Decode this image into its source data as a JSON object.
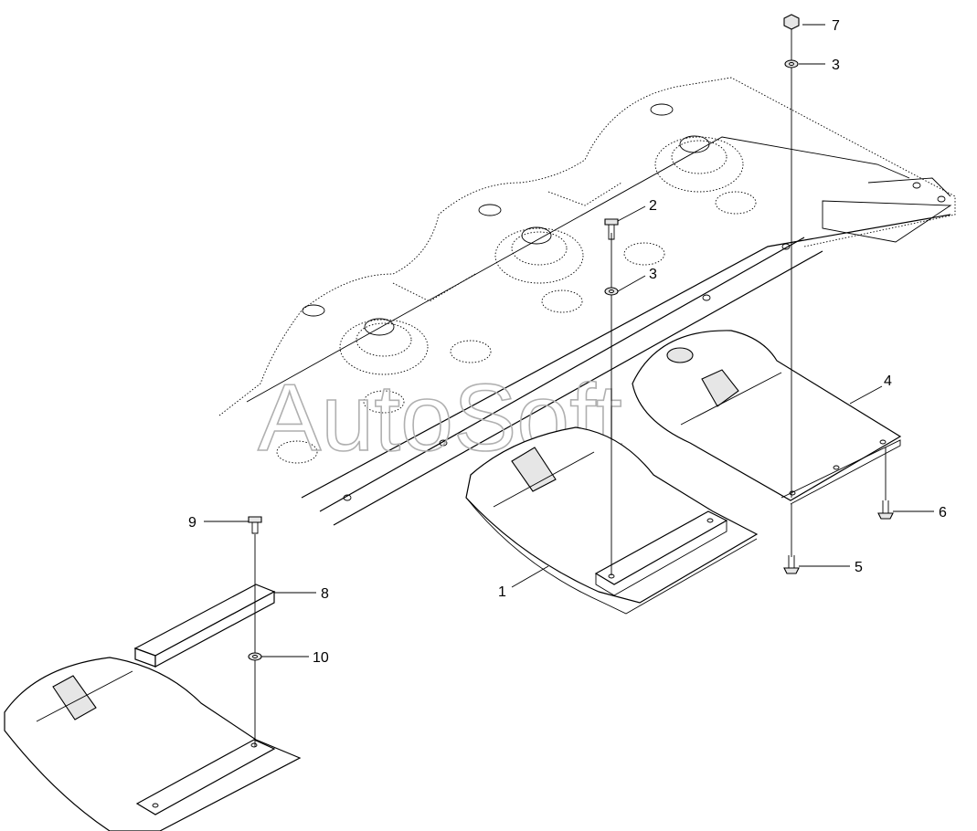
{
  "watermark": "AutoSoft",
  "callouts": [
    {
      "id": "c1",
      "label": "1"
    },
    {
      "id": "c2",
      "label": "2"
    },
    {
      "id": "c3a",
      "label": "3"
    },
    {
      "id": "c3b",
      "label": "3"
    },
    {
      "id": "c4",
      "label": "4"
    },
    {
      "id": "c5",
      "label": "5"
    },
    {
      "id": "c6",
      "label": "6"
    },
    {
      "id": "c7",
      "label": "7"
    },
    {
      "id": "c8",
      "label": "8"
    },
    {
      "id": "c9",
      "label": "9"
    },
    {
      "id": "c10",
      "label": "10"
    }
  ]
}
